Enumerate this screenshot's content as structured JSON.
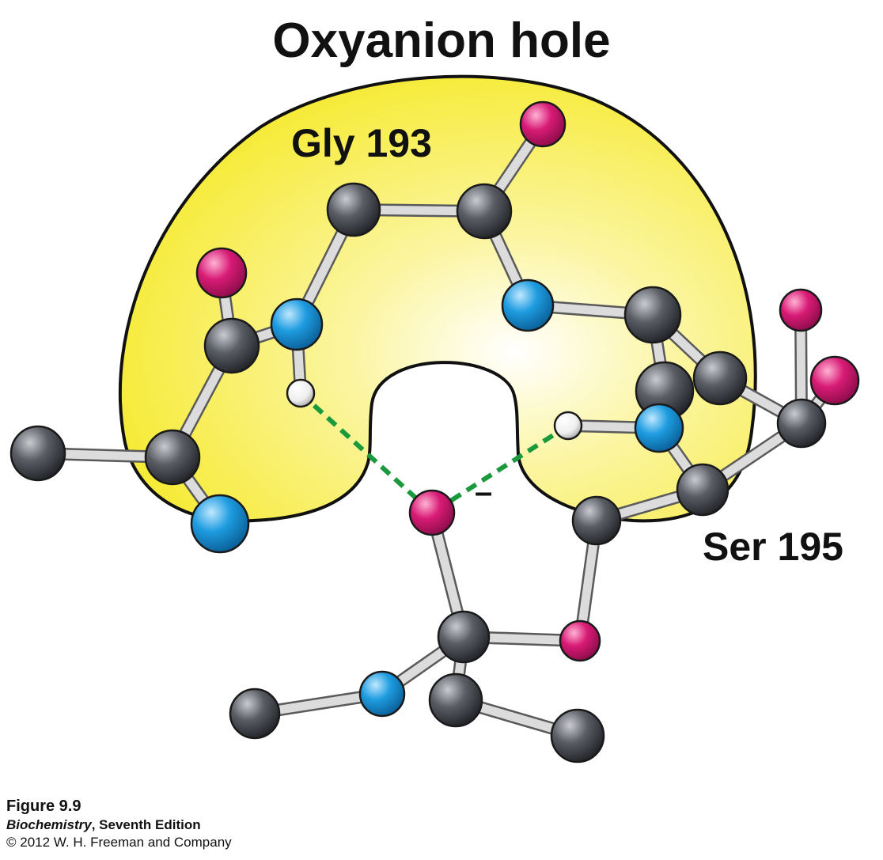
{
  "title": "Oxyanion hole",
  "labels": {
    "gly": "Gly 193",
    "ser": "Ser 195",
    "charge": "–"
  },
  "caption": {
    "figure": "Figure 9.9",
    "book_title": "Biochemistry",
    "book_edition": ", Seventh Edition",
    "copyright": "© 2012 W. H. Freeman and Company"
  },
  "colors": {
    "pocket_fill": "#f5e81a",
    "carbon": "#4a4d54",
    "nitrogen": "#1e9ce0",
    "oxygen": "#d81b76",
    "hydrogen": "#f2f2f2",
    "bond": "#dcdcdc",
    "hbond": "#1a9a3c"
  }
}
